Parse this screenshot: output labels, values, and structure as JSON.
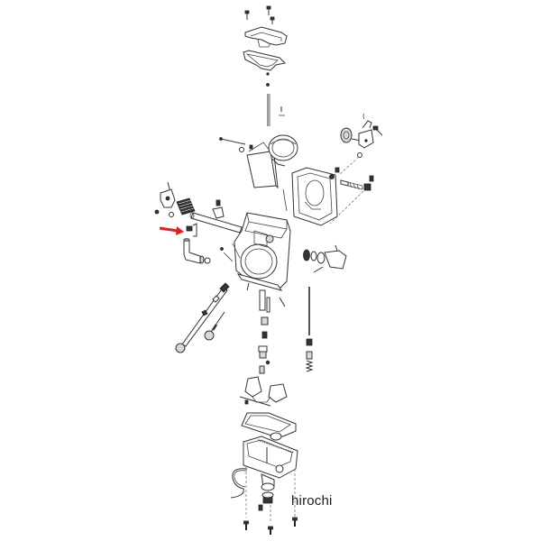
{
  "diagram": {
    "type": "exploded-parts-diagram",
    "subject": "carburetor",
    "watermark": "hirochi",
    "highlight": {
      "indicator": "red-arrow",
      "color": "#e01e1e",
      "points_to": "small screw and clip at left of carburetor body"
    },
    "colors": {
      "background": "#ffffff",
      "line_art": "#333333",
      "arrow": "#e01e1e"
    },
    "parts": [
      {
        "id": "top-screws",
        "label": "top cover screws"
      },
      {
        "id": "top-cover",
        "label": "top cover"
      },
      {
        "id": "top-gasket",
        "label": "top cover gasket"
      },
      {
        "id": "needle",
        "label": "jet needle"
      },
      {
        "id": "throttle-valve",
        "label": "throttle slide plate"
      },
      {
        "id": "intake-bell",
        "label": "intake bell ring"
      },
      {
        "id": "side-cover",
        "label": "side cover plate"
      },
      {
        "id": "throttle-pulley",
        "label": "throttle pulley"
      },
      {
        "id": "idle-screw",
        "label": "idle adjust screw"
      },
      {
        "id": "choke-assy",
        "label": "choke / lever assembly"
      },
      {
        "id": "spring",
        "label": "coil spring"
      },
      {
        "id": "throttle-shaft",
        "label": "throttle shaft"
      },
      {
        "id": "highlighted-screw",
        "label": "screw and clip (highlighted)"
      },
      {
        "id": "elbow-fitting",
        "label": "elbow fitting"
      },
      {
        "id": "carb-body",
        "label": "carburetor body"
      },
      {
        "id": "accelerator-pump",
        "label": "accelerator pump parts"
      },
      {
        "id": "adjuster-cable",
        "label": "adjuster cable"
      },
      {
        "id": "jets",
        "label": "jets"
      },
      {
        "id": "long-rod",
        "label": "pump rod"
      },
      {
        "id": "float",
        "label": "float"
      },
      {
        "id": "float-gasket",
        "label": "float bowl gasket"
      },
      {
        "id": "float-bowl",
        "label": "float bowl"
      },
      {
        "id": "drain-plug",
        "label": "drain plug"
      },
      {
        "id": "overflow-hose",
        "label": "overflow hose"
      },
      {
        "id": "bowl-screws",
        "label": "float bowl screws"
      }
    ]
  }
}
